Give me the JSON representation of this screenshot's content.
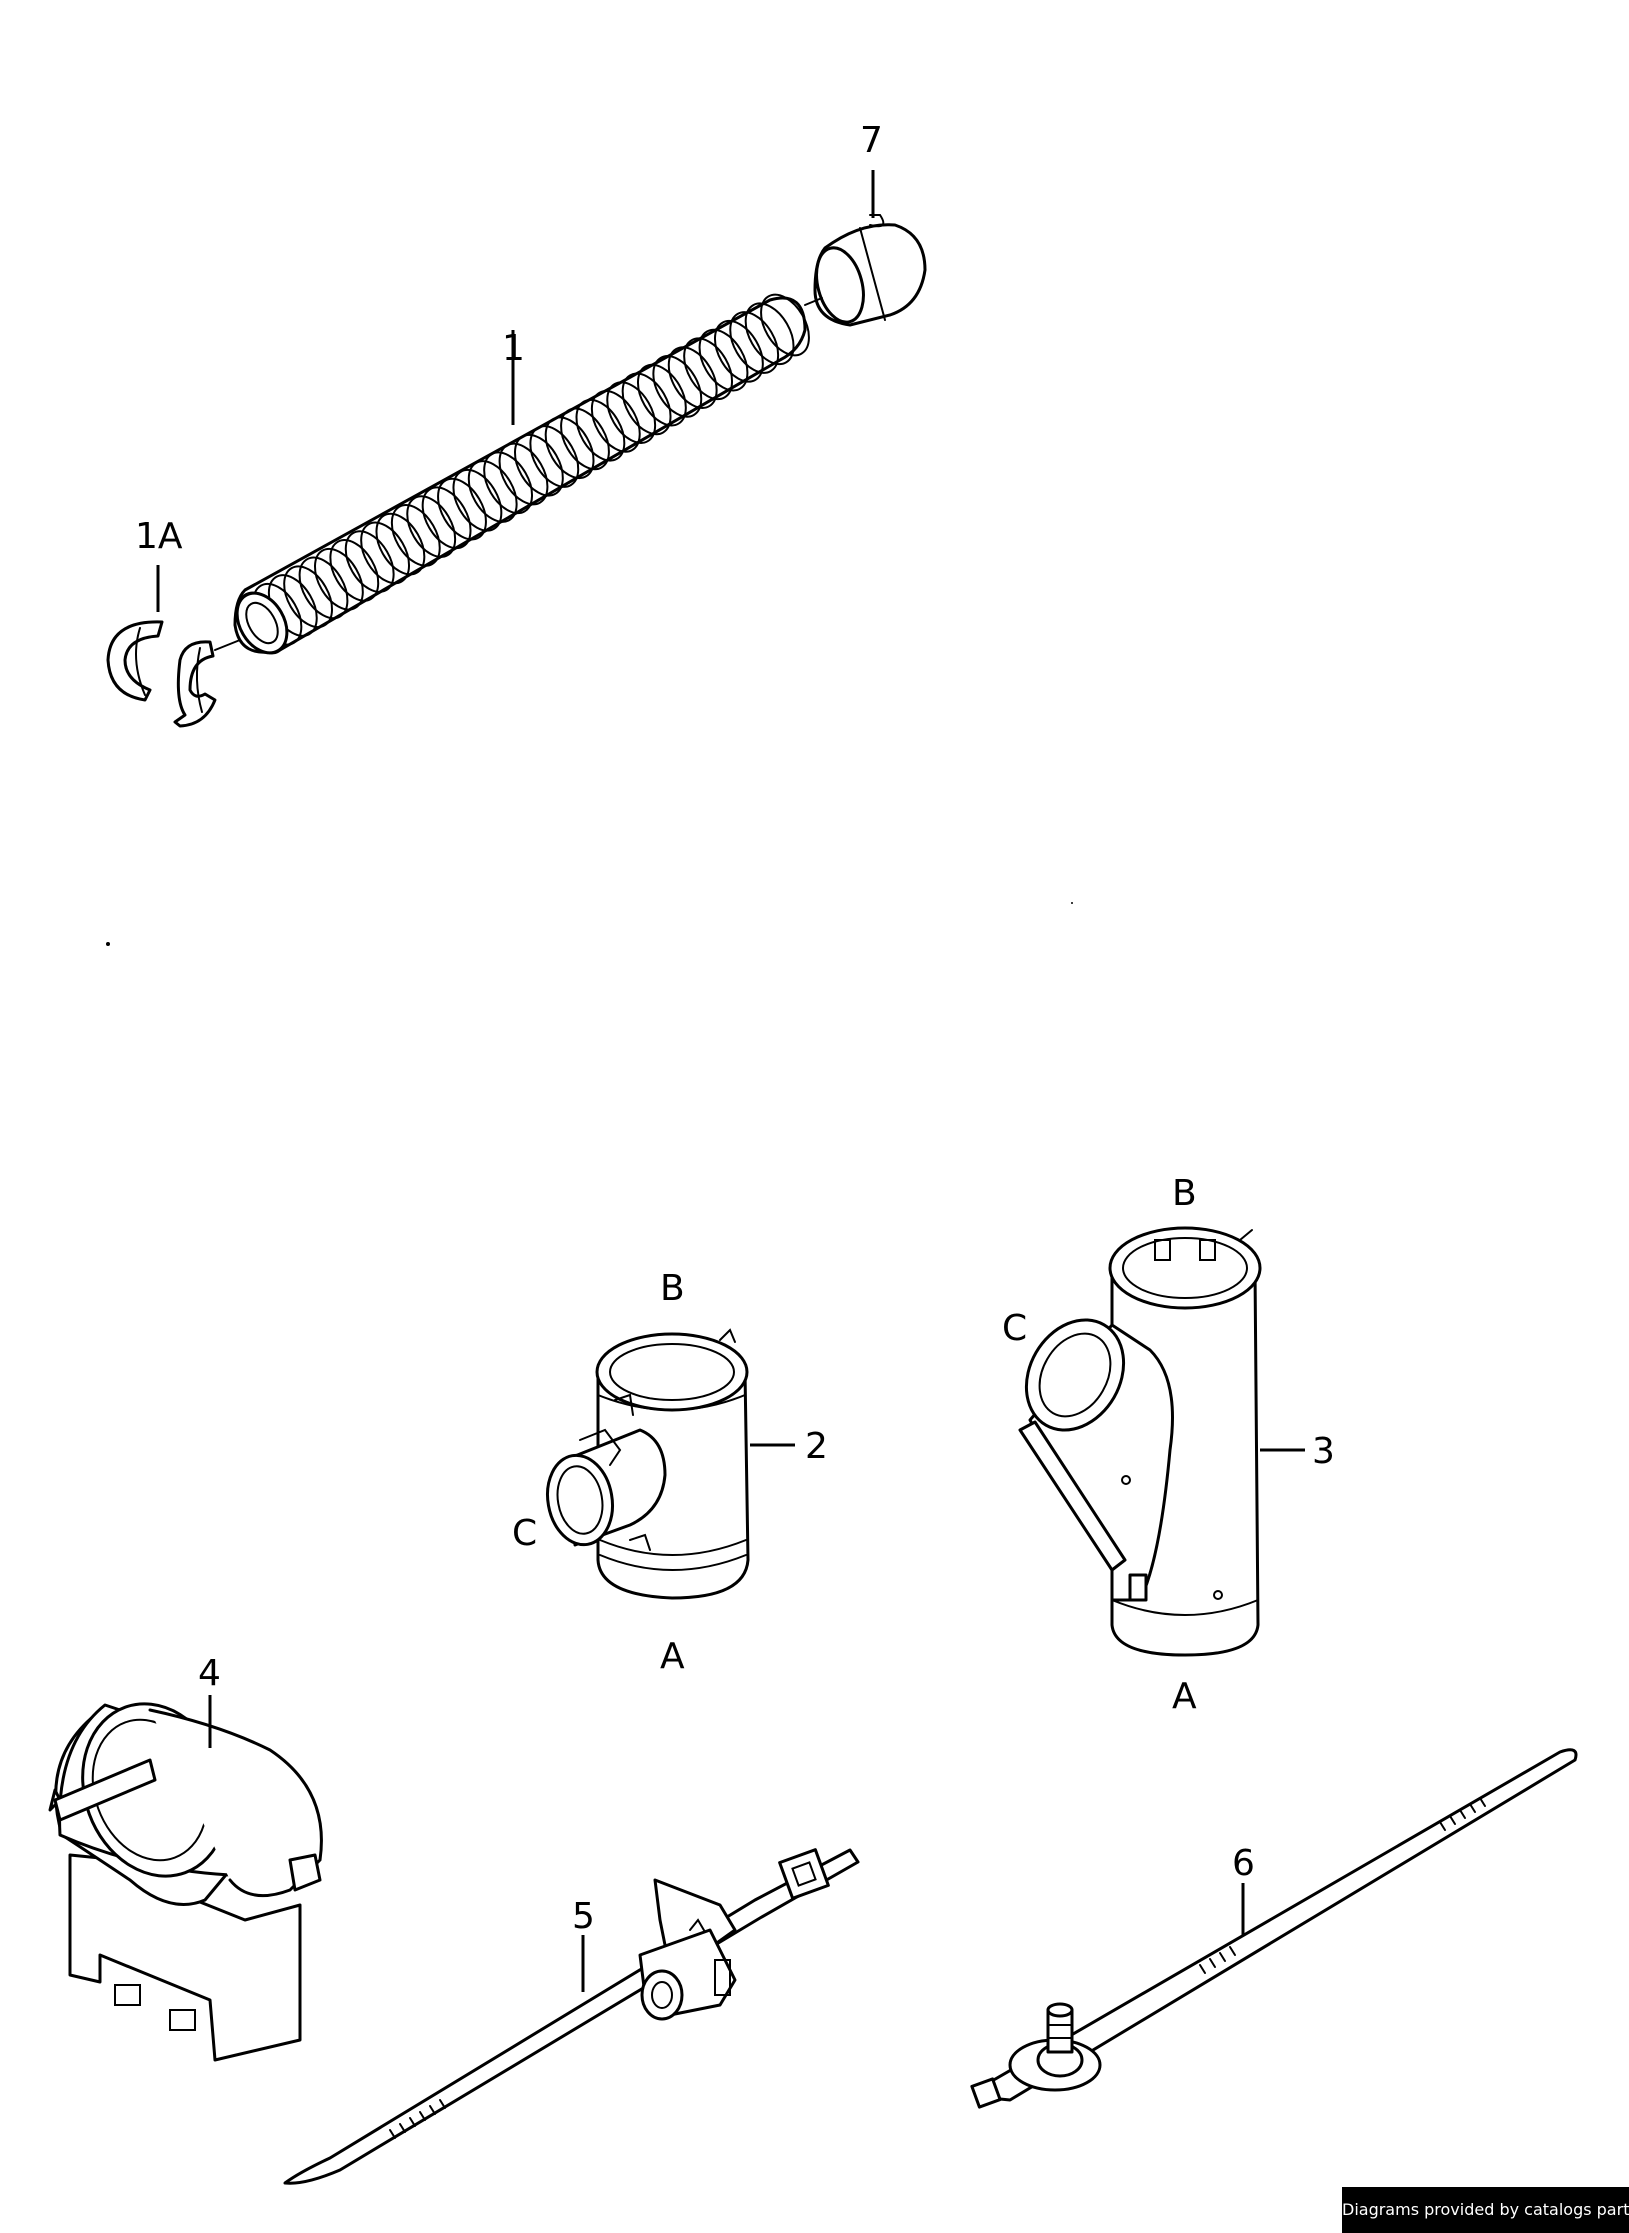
{
  "labels": {
    "part_1": "1",
    "part_1a": "1A",
    "part_7": "7",
    "part_2": "2",
    "part_3": "3",
    "part_4": "4",
    "part_5": "5",
    "part_6": "6",
    "port_a_2": "A",
    "port_b_2": "B",
    "port_c_2": "C",
    "port_a_3": "A",
    "port_b_3": "B",
    "port_c_3": "C"
  },
  "footer": {
    "credit": "Diagrams provided by catalogs parts"
  }
}
